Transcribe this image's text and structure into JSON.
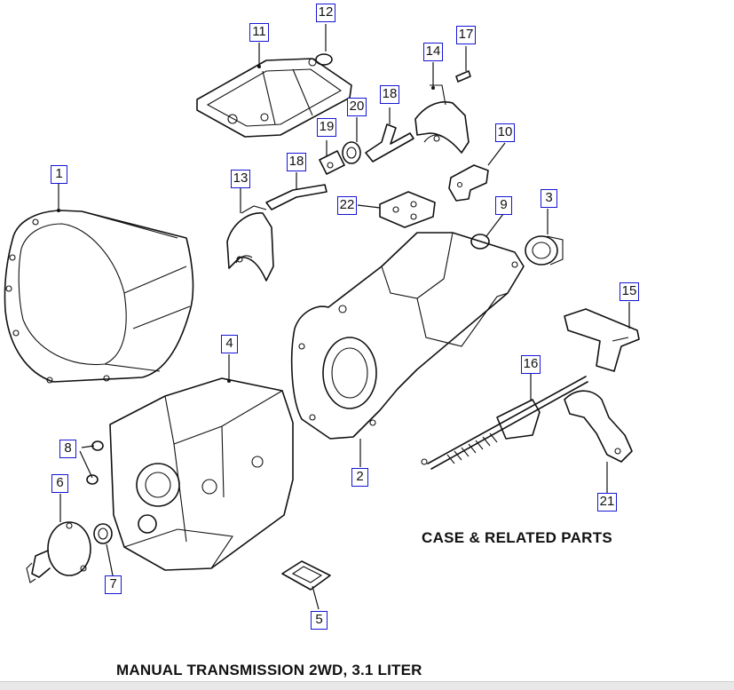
{
  "title": "MANUAL TRANSMISSION 2WD, 3.1 LITER",
  "section_caption": "CASE & RELATED PARTS",
  "callouts": {
    "c1": "1",
    "c2": "2",
    "c3": "3",
    "c4": "4",
    "c5": "5",
    "c6": "6",
    "c7": "7",
    "c8": "8",
    "c9": "9",
    "c10": "10",
    "c11": "11",
    "c12": "12",
    "c13": "13",
    "c14": "14",
    "c15": "15",
    "c16": "16",
    "c17": "17",
    "c18a": "18",
    "c18b": "18",
    "c19": "19",
    "c20": "20",
    "c21": "21",
    "c22": "22"
  },
  "colors": {
    "callout_border": "#1515d6",
    "line": "#111111",
    "strip": "#e8e8e8"
  }
}
